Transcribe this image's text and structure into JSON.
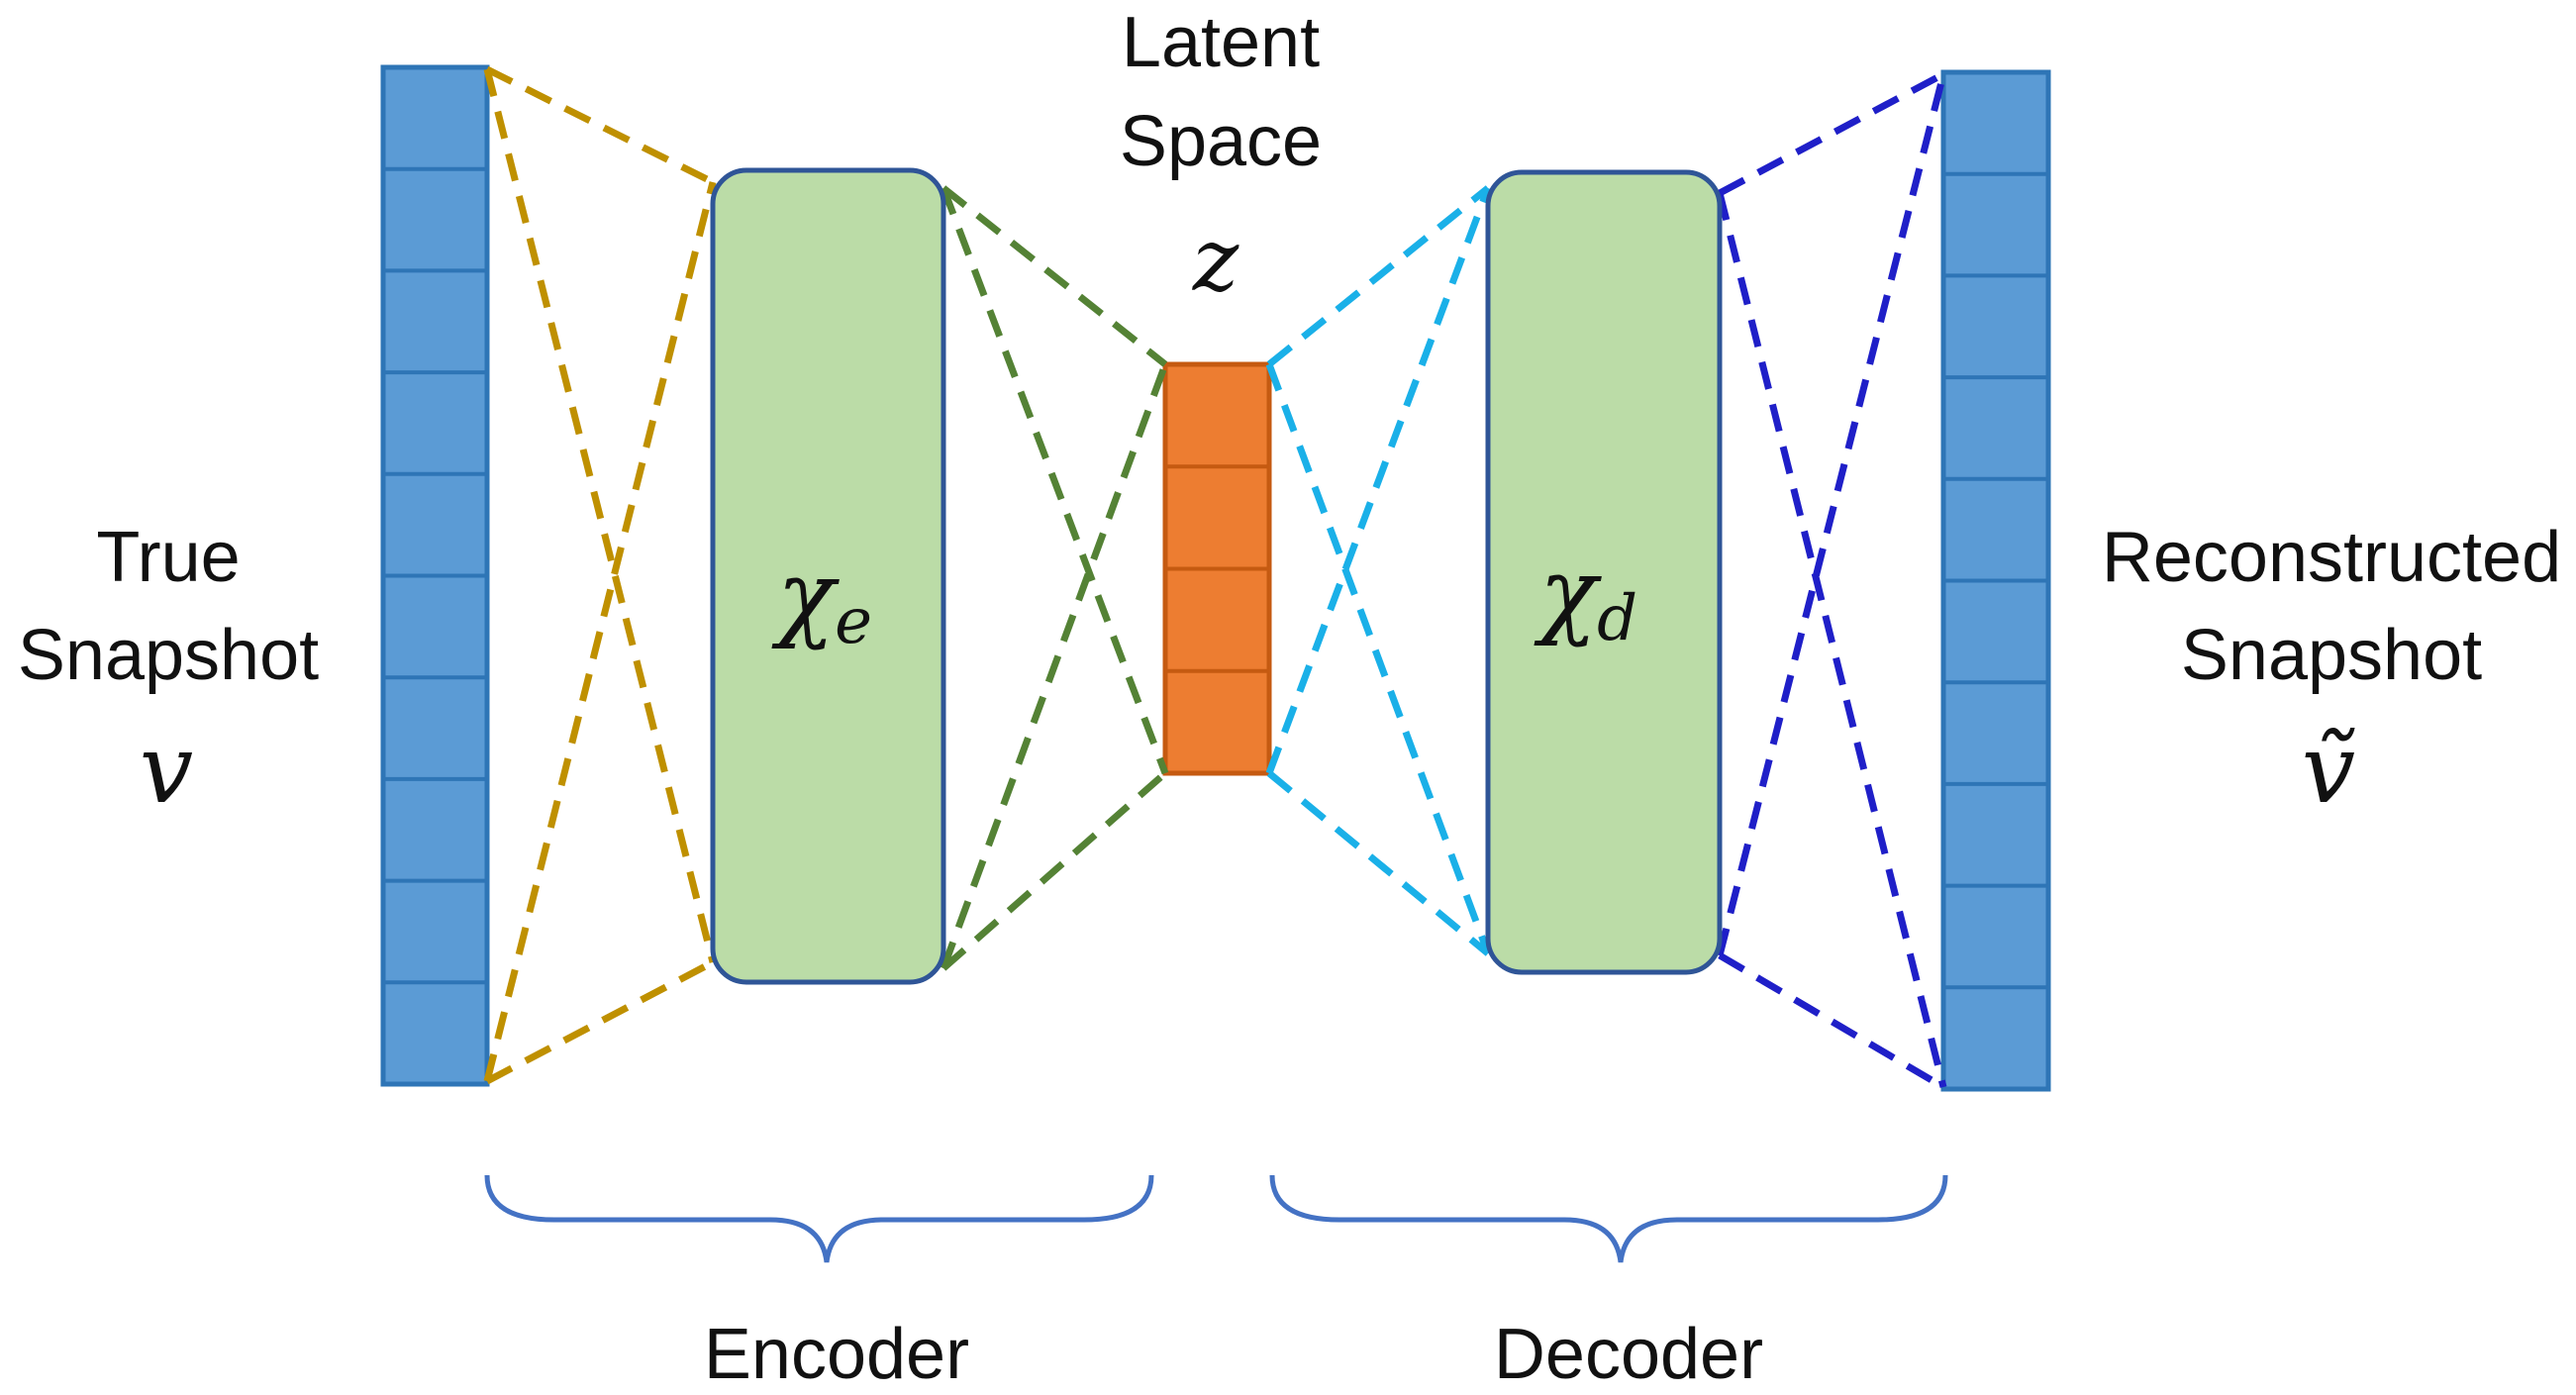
{
  "labels": {
    "input_title_line1": "True",
    "input_title_line2": "Snapshot",
    "input_symbol": "v",
    "latent_title_line1": "Latent",
    "latent_title_line2": "Space",
    "latent_symbol": "z",
    "encoder_symbol": "χ",
    "encoder_subscript": "e",
    "decoder_symbol": "χ",
    "decoder_subscript": "d",
    "output_title_line1": "Reconstructed",
    "output_title_line2": "Snapshot",
    "output_symbol": "ṽ",
    "encoder_label": "Encoder",
    "decoder_label": "Decoder"
  },
  "vectors": {
    "input_cells": 10,
    "latent_cells": 4,
    "output_cells": 10
  },
  "colors": {
    "vector_blue": "#5b9bd5",
    "vector_border": "#2e75b6",
    "latent_orange": "#ed7d31",
    "latent_border": "#c55a11",
    "block_green": "#bbdcA7",
    "block_border": "#2f5597",
    "input_lines": "#bf9000",
    "encoder_lines": "#548235",
    "decoder_lines": "#1ab0e8",
    "output_lines": "#1f1fc8",
    "brace": "#4472c4"
  }
}
